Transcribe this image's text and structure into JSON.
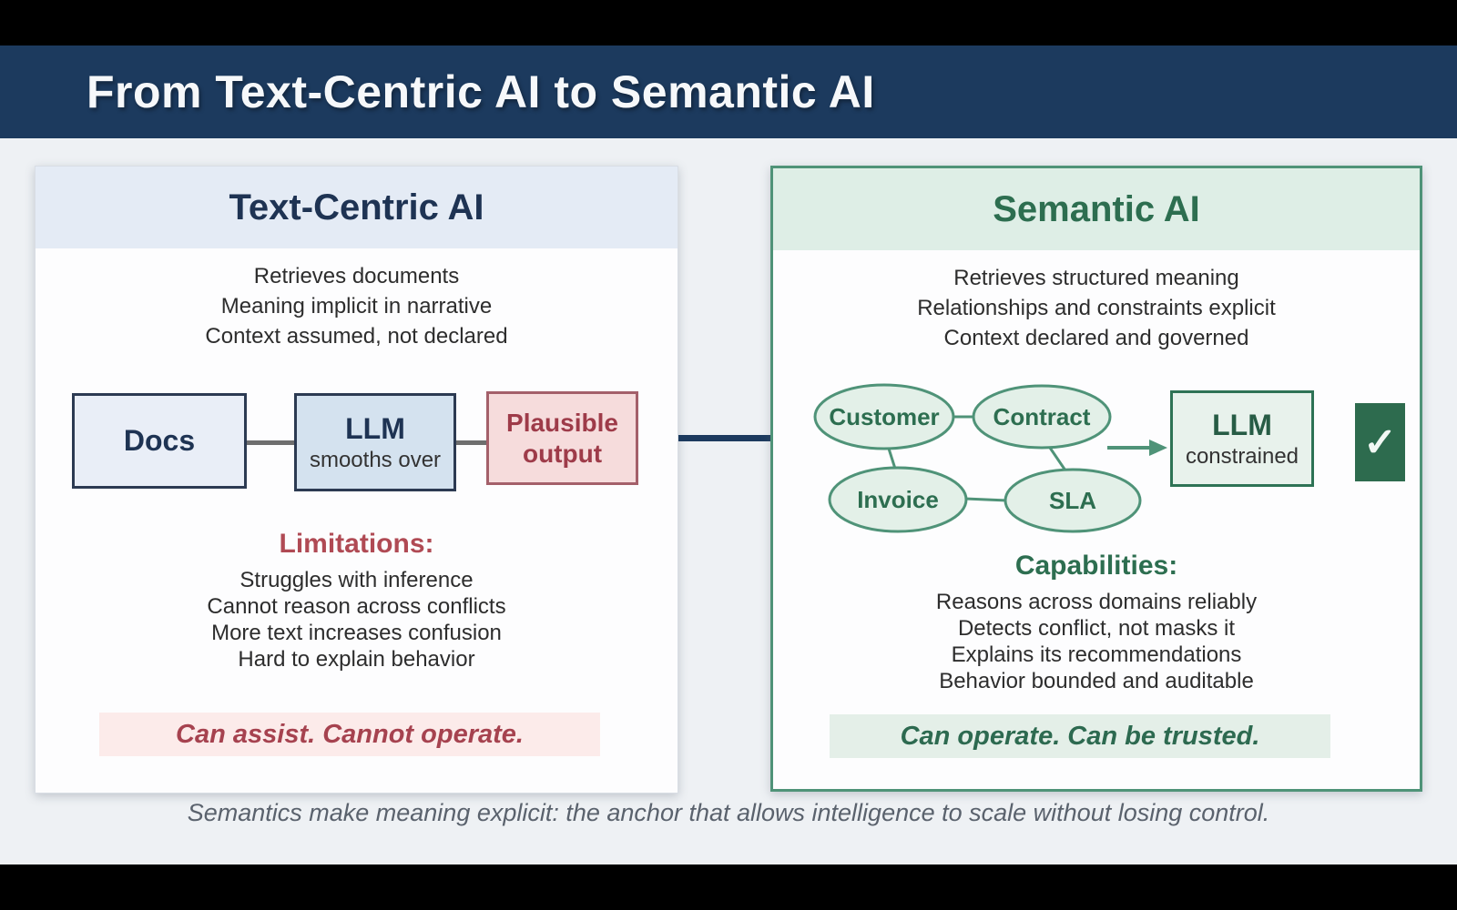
{
  "title": "From Text-Centric AI to Semantic AI",
  "left_panel": {
    "title": "Text-Centric AI",
    "intro_lines": [
      "Retrieves documents",
      "Meaning implicit in narrative",
      "Context assumed, not declared"
    ],
    "flow": {
      "docs_label": "Docs",
      "llm_label": "LLM",
      "llm_sub": "smooths over",
      "output_label": "Plausible output"
    },
    "limitations_heading": "Limitations:",
    "limitations": [
      "Struggles with inference",
      "Cannot reason across conflicts",
      "More text increases confusion",
      "Hard to explain behavior"
    ],
    "banner": "Can assist. Cannot operate."
  },
  "right_panel": {
    "title": "Semantic AI",
    "intro_lines": [
      "Retrieves structured meaning",
      "Relationships and constraints explicit",
      "Context declared and governed"
    ],
    "graph": {
      "nodes": [
        "Customer",
        "Contract",
        "Invoice",
        "SLA"
      ],
      "llm_label": "LLM",
      "llm_sub": "constrained",
      "check_icon": "✓"
    },
    "capabilities_heading": "Capabilities:",
    "capabilities": [
      "Reasons across domains reliably",
      "Detects conflict, not masks it",
      "Explains its recommendations",
      "Behavior bounded and auditable"
    ],
    "banner": "Can operate. Can be trusted."
  },
  "footer_caption": "Semantics make meaning explicit: the anchor that allows intelligence to scale without losing control.",
  "colors": {
    "header_navy": "#1c3a5e",
    "stage_background": "#eef1f4",
    "left_header_fill": "#e4ebf5",
    "left_title_text": "#1e3353",
    "docs_box_fill": "#e9eef7",
    "llm_box_fill": "#d4e2ef",
    "box_border_navy": "#2c3a52",
    "plausible_fill": "#f6dcdc",
    "plausible_border": "#a4606a",
    "red_text": "#b04a54",
    "pink_banner_fill": "#fcebea",
    "green_border": "#4f9378",
    "green_header_fill": "#deeee6",
    "green_text": "#2d6e50",
    "ellipse_fill": "#e3f0e8",
    "llm_constrained_fill": "#e8f2ec",
    "check_box_fill": "#2d6b4e",
    "green_banner_fill": "#e4efe8",
    "caption_text": "#5a626d"
  }
}
